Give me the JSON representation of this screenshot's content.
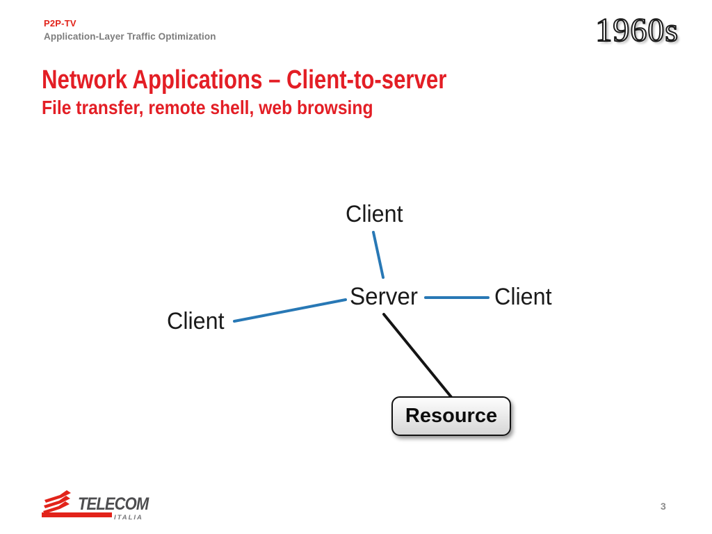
{
  "header": {
    "project": "P2P-TV",
    "project_subtitle": "Application-Layer Traffic Optimization",
    "era_badge": "1960s"
  },
  "title": {
    "main": "Network Applications – Client-to-server",
    "subtitle": "File transfer, remote shell, web browsing"
  },
  "diagram": {
    "nodes": {
      "client_top": "Client",
      "client_left": "Client",
      "client_right": "Client",
      "server": "Server",
      "resource": "Resource"
    },
    "links": [
      {
        "from": "server",
        "to": "client_top",
        "color": "blue"
      },
      {
        "from": "server",
        "to": "client_left",
        "color": "blue"
      },
      {
        "from": "server",
        "to": "client_right",
        "color": "blue"
      },
      {
        "from": "server",
        "to": "resource",
        "color": "black"
      }
    ]
  },
  "footer": {
    "logo_text": "TELECOM",
    "logo_subtext": "ITALIA",
    "page_number": "3"
  },
  "colors": {
    "accent_red": "#E2231A",
    "title_red": "#E31E25",
    "gray_text": "#7C7C7C",
    "line_blue": "#2878B5",
    "line_black": "#141414",
    "logo_gray": "#4D4D4F",
    "page_gray": "#8A8A8A"
  }
}
